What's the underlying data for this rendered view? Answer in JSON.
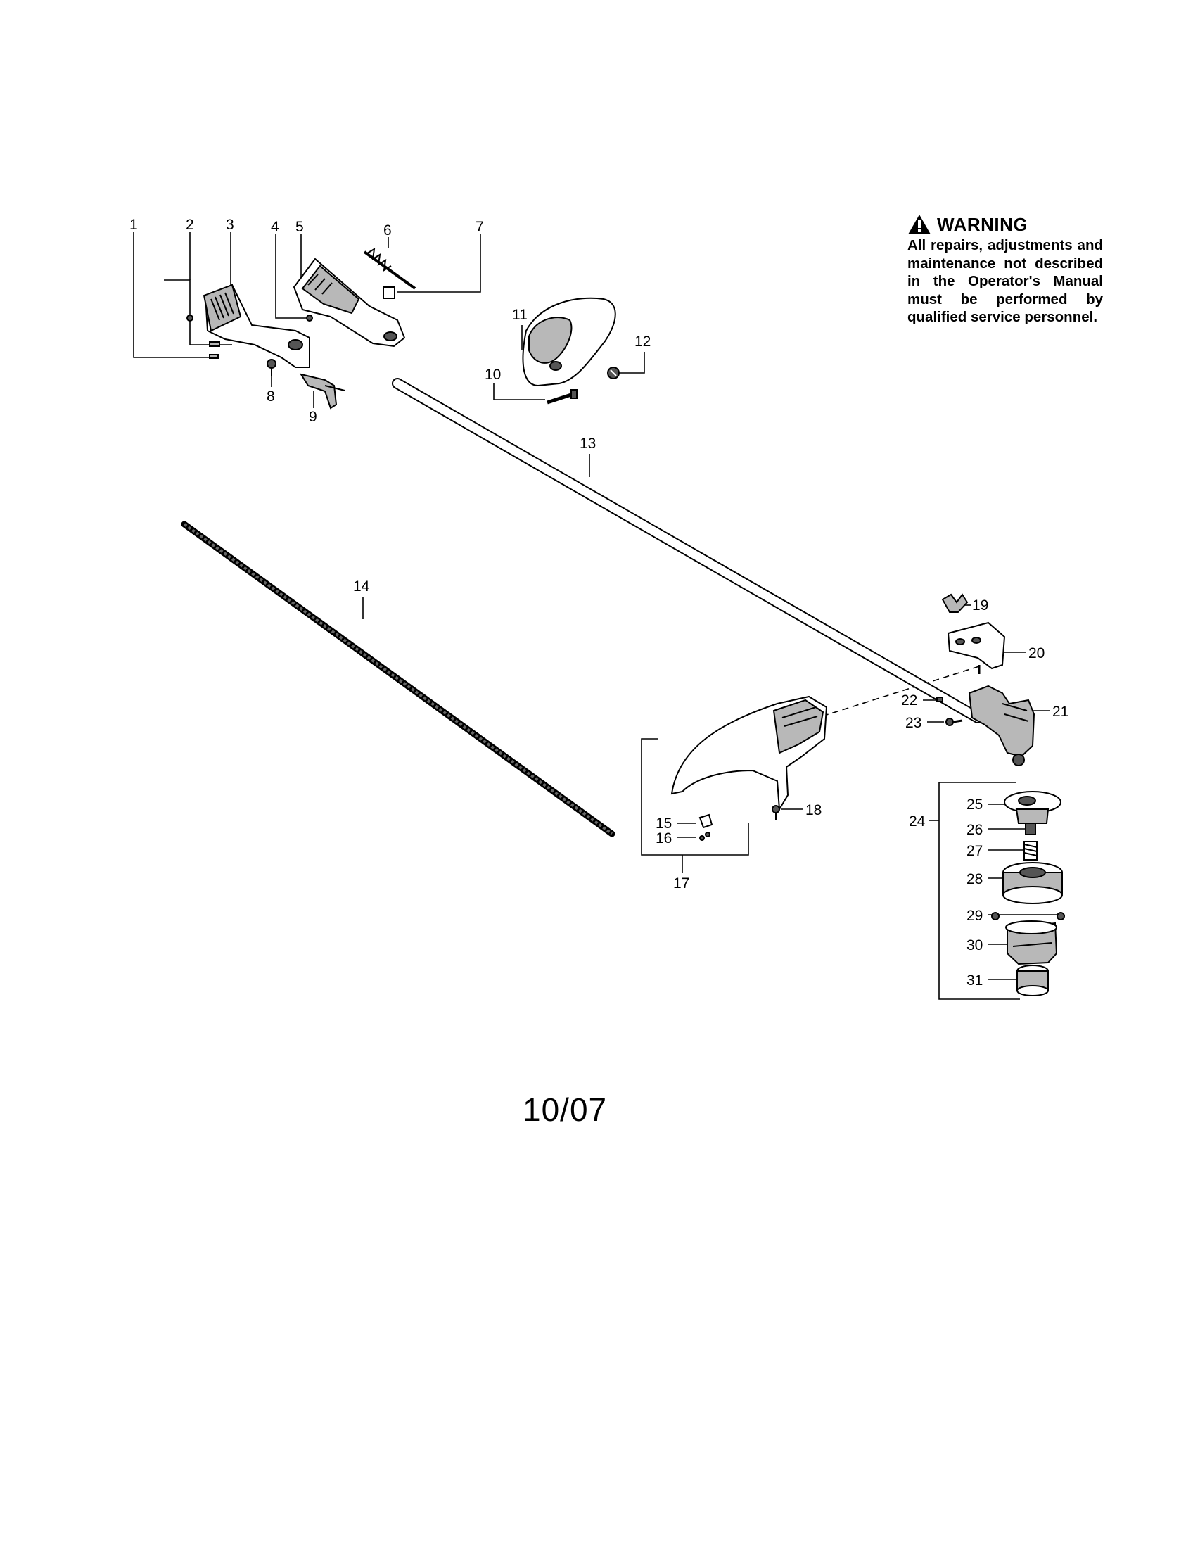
{
  "warning": {
    "title": "WARNING",
    "text": "All repairs, adjustments and maintenance not described in the Operator's Manual must be performed by qualified service personnel.",
    "icon": "warning-triangle-icon"
  },
  "date_code": "10/07",
  "callouts": [
    {
      "n": "1"
    },
    {
      "n": "2"
    },
    {
      "n": "3"
    },
    {
      "n": "4"
    },
    {
      "n": "5"
    },
    {
      "n": "6"
    },
    {
      "n": "7"
    },
    {
      "n": "8"
    },
    {
      "n": "9"
    },
    {
      "n": "10"
    },
    {
      "n": "11"
    },
    {
      "n": "12"
    },
    {
      "n": "13"
    },
    {
      "n": "14"
    },
    {
      "n": "15"
    },
    {
      "n": "16"
    },
    {
      "n": "17"
    },
    {
      "n": "18"
    },
    {
      "n": "19"
    },
    {
      "n": "20"
    },
    {
      "n": "21"
    },
    {
      "n": "22"
    },
    {
      "n": "23"
    },
    {
      "n": "24"
    },
    {
      "n": "25"
    },
    {
      "n": "26"
    },
    {
      "n": "27"
    },
    {
      "n": "28"
    },
    {
      "n": "29"
    },
    {
      "n": "30"
    },
    {
      "n": "31"
    }
  ]
}
